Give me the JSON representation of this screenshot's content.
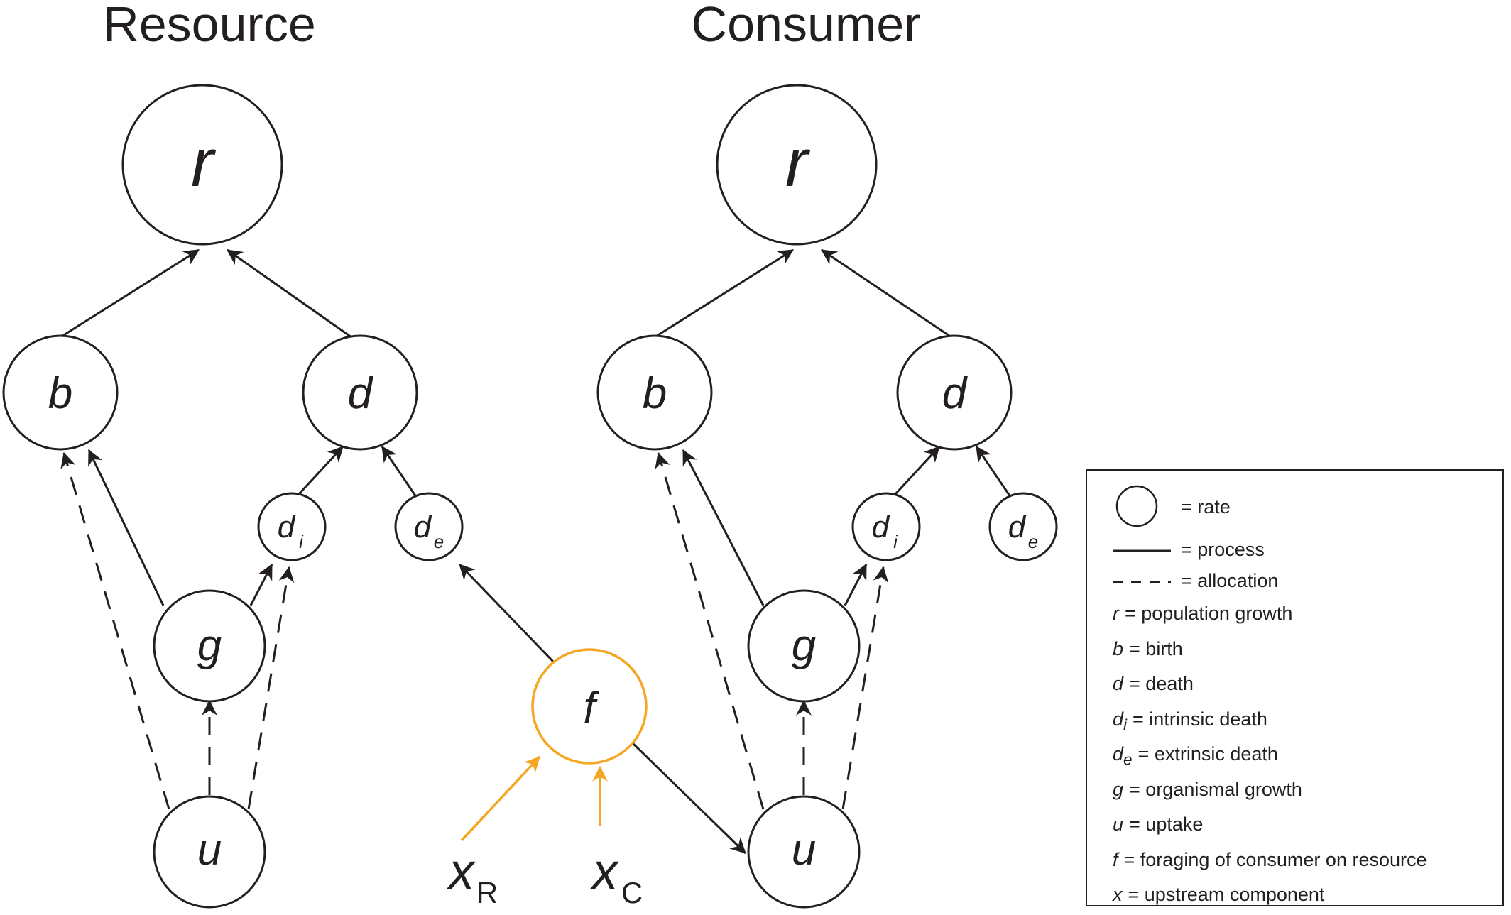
{
  "colors": {
    "ink": "#231f20",
    "accent": "#f5a623"
  },
  "headings": {
    "resource": "Resource",
    "consumer": "Consumer"
  },
  "nodes": {
    "resource": {
      "r": "r",
      "b": "b",
      "d": "d",
      "di": "d",
      "di_sub": "i",
      "de": "d",
      "de_sub": "e",
      "g": "g",
      "u": "u"
    },
    "consumer": {
      "r": "r",
      "b": "b",
      "d": "d",
      "di": "d",
      "di_sub": "i",
      "de": "d",
      "de_sub": "e",
      "g": "g",
      "u": "u"
    },
    "f": "f"
  },
  "inputs": {
    "xr": "x",
    "xr_sub": "R",
    "xc": "x",
    "xc_sub": "C"
  },
  "legend": {
    "rate": "= rate",
    "process": "= process",
    "allocation": "= allocation",
    "terms": [
      {
        "term": "r",
        "sub": "",
        "desc": "= population growth"
      },
      {
        "term": "b",
        "sub": "",
        "desc": "= birth"
      },
      {
        "term": "d",
        "sub": "",
        "desc": "= death"
      },
      {
        "term": "d",
        "sub": "i",
        "desc": "= intrinsic death"
      },
      {
        "term": "d",
        "sub": "e",
        "desc": "= extrinsic death"
      },
      {
        "term": "g",
        "sub": "",
        "desc": "= organismal growth"
      },
      {
        "term": "u",
        "sub": "",
        "desc": "= uptake"
      },
      {
        "term": "f",
        "sub": "",
        "desc": "= foraging of consumer on resource"
      },
      {
        "term": "x",
        "sub": "",
        "desc": "= upstream component"
      }
    ]
  }
}
